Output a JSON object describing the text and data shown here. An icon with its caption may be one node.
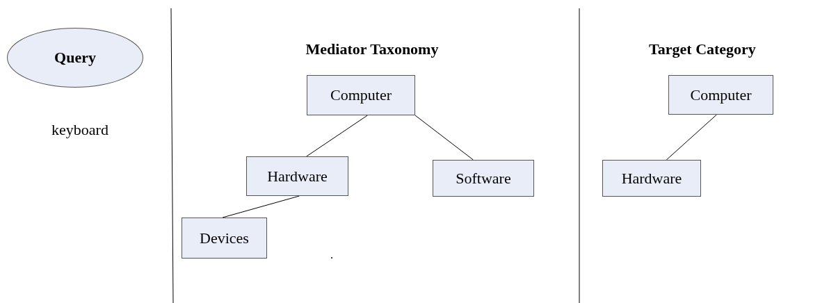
{
  "diagram": {
    "nodes": [
      {
        "text": [
          "Query"
        ]
      },
      {
        "text": [
          "Computer"
        ]
      },
      {
        "text": [
          "Hardware"
        ]
      },
      {
        "text": [
          "Software"
        ]
      },
      {
        "text": [
          "Devices"
        ]
      },
      {
        "text": [
          "Computer"
        ]
      },
      {
        "text": [
          "Hardware"
        ]
      }
    ],
    "edges": [
      {
        "from": 1,
        "to": 2,
        "arrow": "none"
      },
      {
        "from": 1,
        "to": 3,
        "arrow": "none"
      },
      {
        "from": 2,
        "to": 4,
        "arrow": "none"
      },
      {
        "from": 5,
        "to": 6,
        "arrow": "none"
      }
    ],
    "labels": [
      "Mediator Taxonomy",
      "Target Category",
      "keyboard"
    ]
  }
}
